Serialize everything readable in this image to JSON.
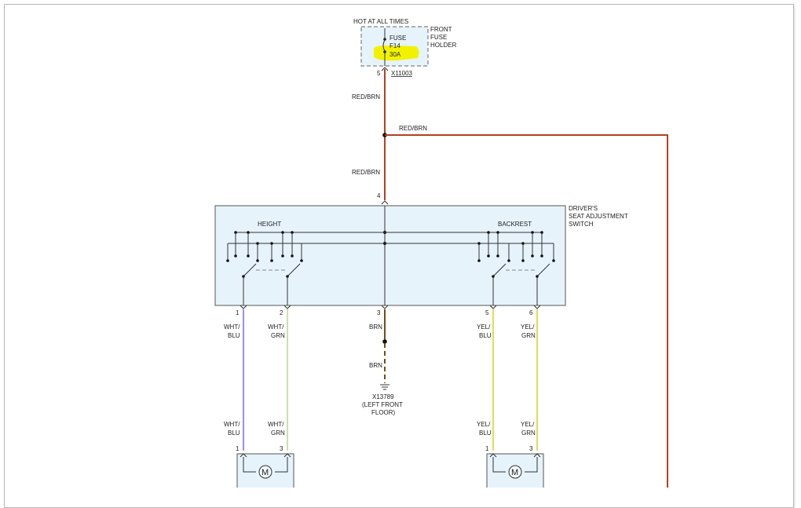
{
  "fuse": {
    "hot_label": "HOT AT ALL TIMES",
    "name": "FUSE",
    "id": "F14",
    "rating": "30A",
    "holder": [
      "FRONT",
      "FUSE",
      "HOLDER"
    ],
    "pin": "5",
    "connector": "X11003"
  },
  "switch": {
    "title": [
      "DRIVER'S",
      "SEAT ADJUSTMENT",
      "SWITCH"
    ],
    "height_label": "HEIGHT",
    "backrest_label": "BACKREST",
    "input_pin": "4",
    "pins": [
      "1",
      "2",
      "3",
      "5",
      "6"
    ]
  },
  "wires": {
    "feed": "RED/BRN",
    "branch": "RED/BRN",
    "feed_lower": "RED/BRN",
    "pin1": [
      "WHT/",
      "BLU"
    ],
    "pin2": [
      "WHT/",
      "GRN"
    ],
    "ground_upper": "BRN",
    "ground_lower": "BRN",
    "pin5": [
      "YEL/",
      "BLU"
    ],
    "pin6": [
      "YEL/",
      "GRN"
    ],
    "motor1_a": [
      "WHT/",
      "BLU"
    ],
    "motor1_b": [
      "WHT/",
      "GRN"
    ],
    "motor2_a": [
      "YEL/",
      "BLU"
    ],
    "motor2_b": [
      "YEL/",
      "GRN"
    ]
  },
  "ground": {
    "id": "X13789",
    "location": [
      "(LEFT FRONT",
      "FLOOR)"
    ]
  },
  "motors": {
    "m1_pins": [
      "1",
      "3"
    ],
    "m2_pins": [
      "1",
      "3"
    ],
    "symbol": "M"
  },
  "colors": {
    "red_brn": "#b5401e",
    "wht_blu": "#7b68ee",
    "wht_grn": "#b8d890",
    "yel": "#d8d020",
    "brn": "#7a4a12",
    "box_fill": "#e6f3fb",
    "highlight": "#f2f200"
  }
}
